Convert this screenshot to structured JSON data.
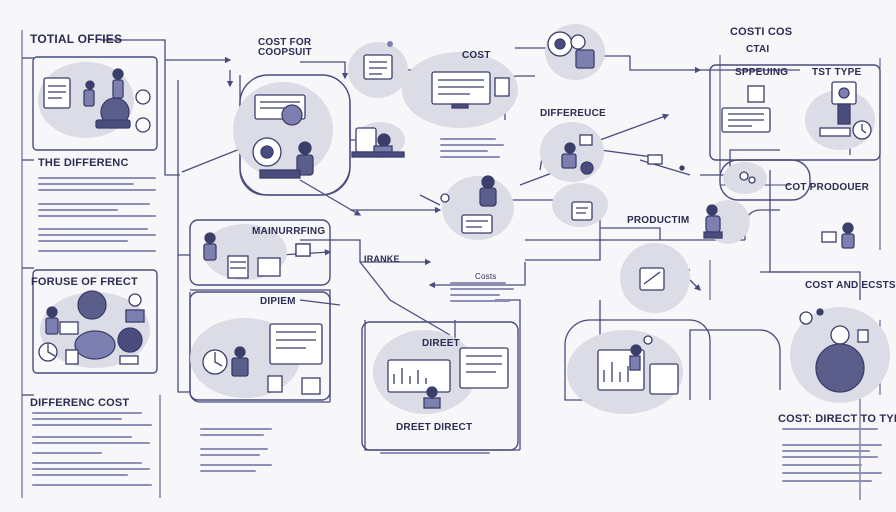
{
  "labels": {
    "total_offices": "TOTIAL OFFIES",
    "cost_for_coopsuit": "COST FOR\nCOOPSUIT",
    "cost": "COST",
    "costi_cos": "COSTI COS",
    "ctai": "CTAI",
    "sppeuing": "SPPEUING",
    "tst_type": "TST TYPE",
    "difference": "DIFFEREUCE",
    "the_differenc": "THE DIFFERENC",
    "mainurfing": "MAINURRFING",
    "forse_of_frect": "FORUSE OF FRECT",
    "cot_prodouer": "COT PRODOUER",
    "productim": "PRODUCTIM",
    "iranke": "IRANKE",
    "dipiem": "DIPIEM",
    "cost_and_ecsts": "COST AND ECSTS",
    "direct": "DIREET",
    "direct_dirrect": "DREET DIRECT",
    "differenc_cost": "DIFFERENC  COST",
    "cost_direct_to_type": "COST: DIRECT TO TYPE",
    "costs_small": "Costs"
  },
  "colors": {
    "line": "#4a4c7e",
    "ink": "#2e2f55",
    "blob": "#dedee8",
    "panel": "#ffffff",
    "accent": "#7c7fb0"
  }
}
